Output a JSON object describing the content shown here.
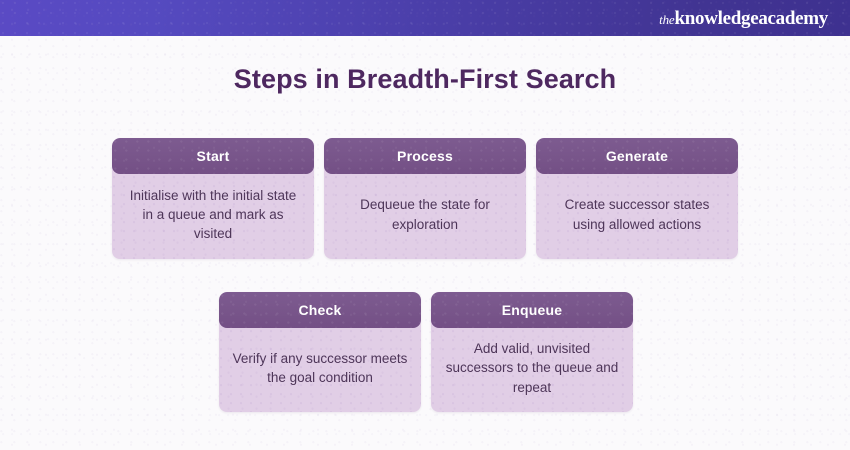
{
  "header": {
    "logo": {
      "prefix": "the",
      "name": "knowledgeacademy"
    },
    "gradient_from": "#5a4ac4",
    "gradient_to": "#3e3190"
  },
  "page": {
    "title": "Steps in Breadth-First Search",
    "title_color": "#4e2860",
    "background_color": "#fbfafc"
  },
  "card_style": {
    "header_color": "#78558a",
    "body_color": "#e1cee6",
    "header_text_color": "#ffffff",
    "body_text_color": "#4d3558"
  },
  "rows": [
    {
      "cards": [
        {
          "title": "Start",
          "description": "Initialise with the initial state in a queue and mark as visited"
        },
        {
          "title": "Process",
          "description": "Dequeue the state for exploration"
        },
        {
          "title": "Generate",
          "description": "Create successor states using allowed actions"
        }
      ]
    },
    {
      "cards": [
        {
          "title": "Check",
          "description": "Verify if any successor meets the goal condition"
        },
        {
          "title": "Enqueue",
          "description": "Add valid, unvisited successors to the queue and repeat"
        }
      ]
    }
  ]
}
